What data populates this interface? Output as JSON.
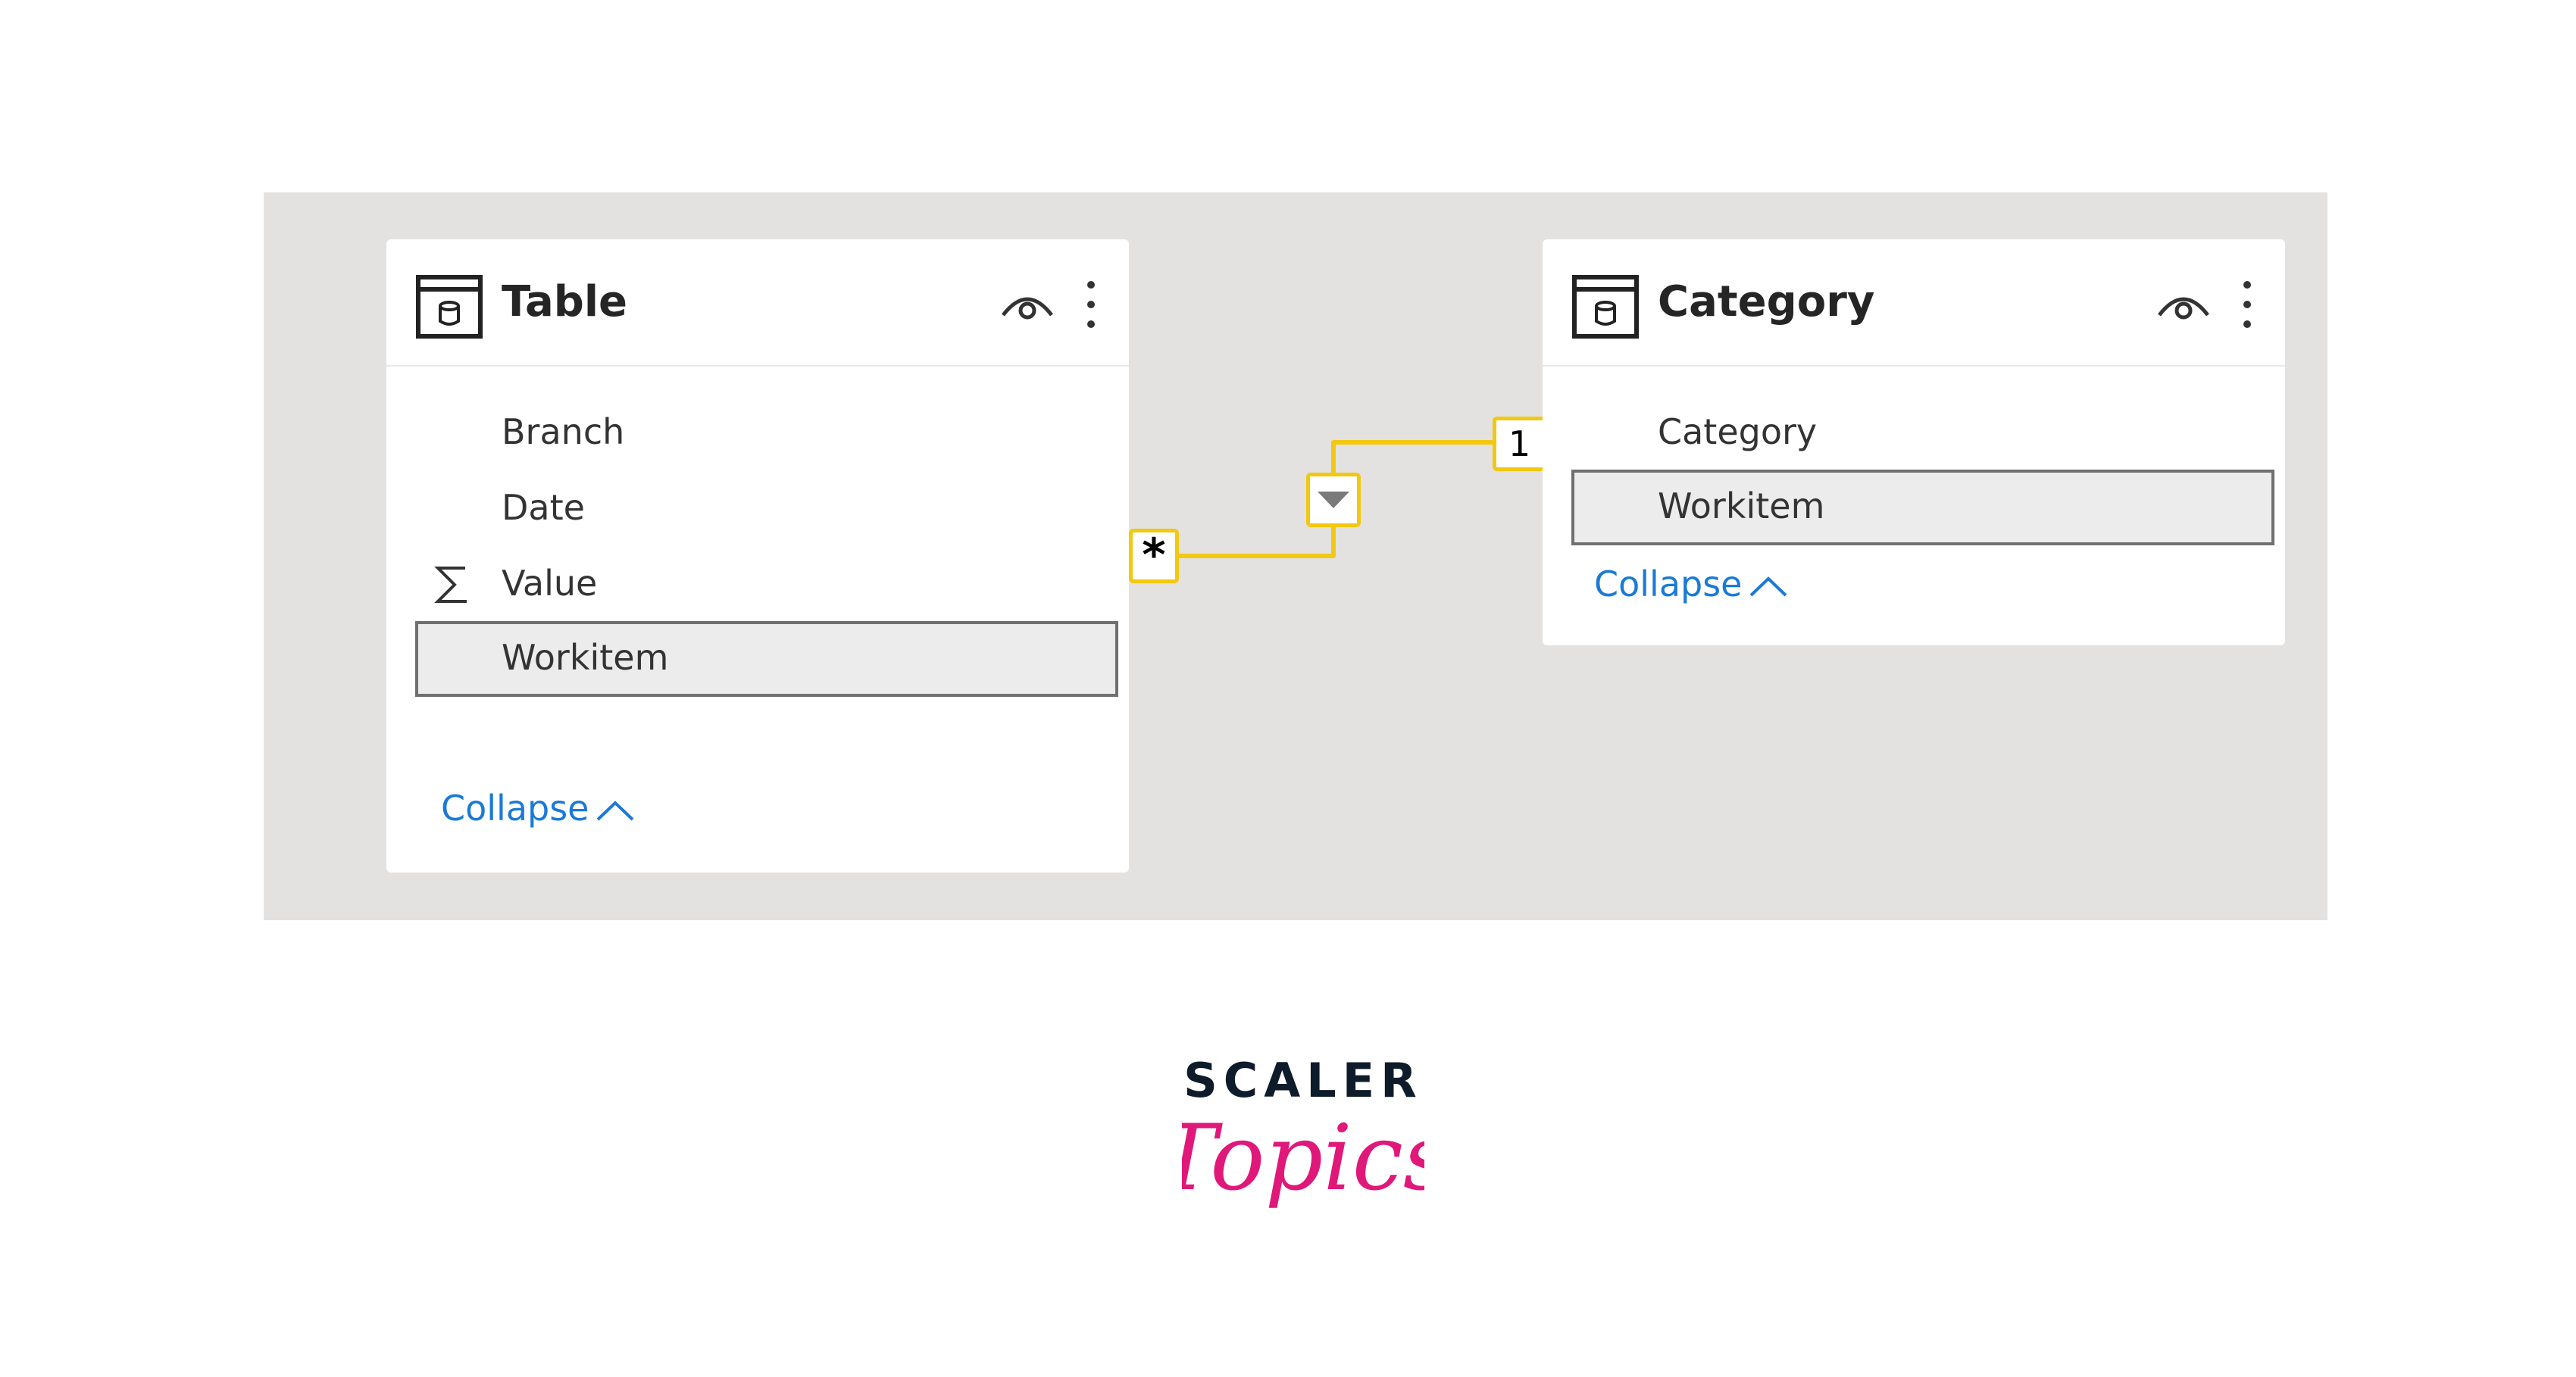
{
  "tables": [
    {
      "title": "Table",
      "fields": [
        {
          "label": "Branch",
          "icon": "",
          "selected": false
        },
        {
          "label": "Date",
          "icon": "",
          "selected": false
        },
        {
          "label": "Value",
          "icon": "sigma-icon",
          "selected": false
        },
        {
          "label": "Workitem",
          "icon": "",
          "selected": true
        }
      ],
      "collapse_label": "Collapse"
    },
    {
      "title": "Category",
      "fields": [
        {
          "label": "Category",
          "icon": "",
          "selected": false
        },
        {
          "label": "Workitem",
          "icon": "",
          "selected": true
        }
      ],
      "collapse_label": "Collapse"
    }
  ],
  "relationship": {
    "from_cardinality": "*",
    "to_cardinality": "1",
    "filter_direction_icon": "triangle-down-icon"
  },
  "logo": {
    "word_top": "SCALER",
    "word_script": "Topics"
  },
  "colors": {
    "canvas": "#e3e2e0",
    "relationship_line": "#f2c811",
    "link": "#1a7ad6",
    "logo_dark": "#0d1b2a",
    "logo_pink": "#e0187a"
  }
}
